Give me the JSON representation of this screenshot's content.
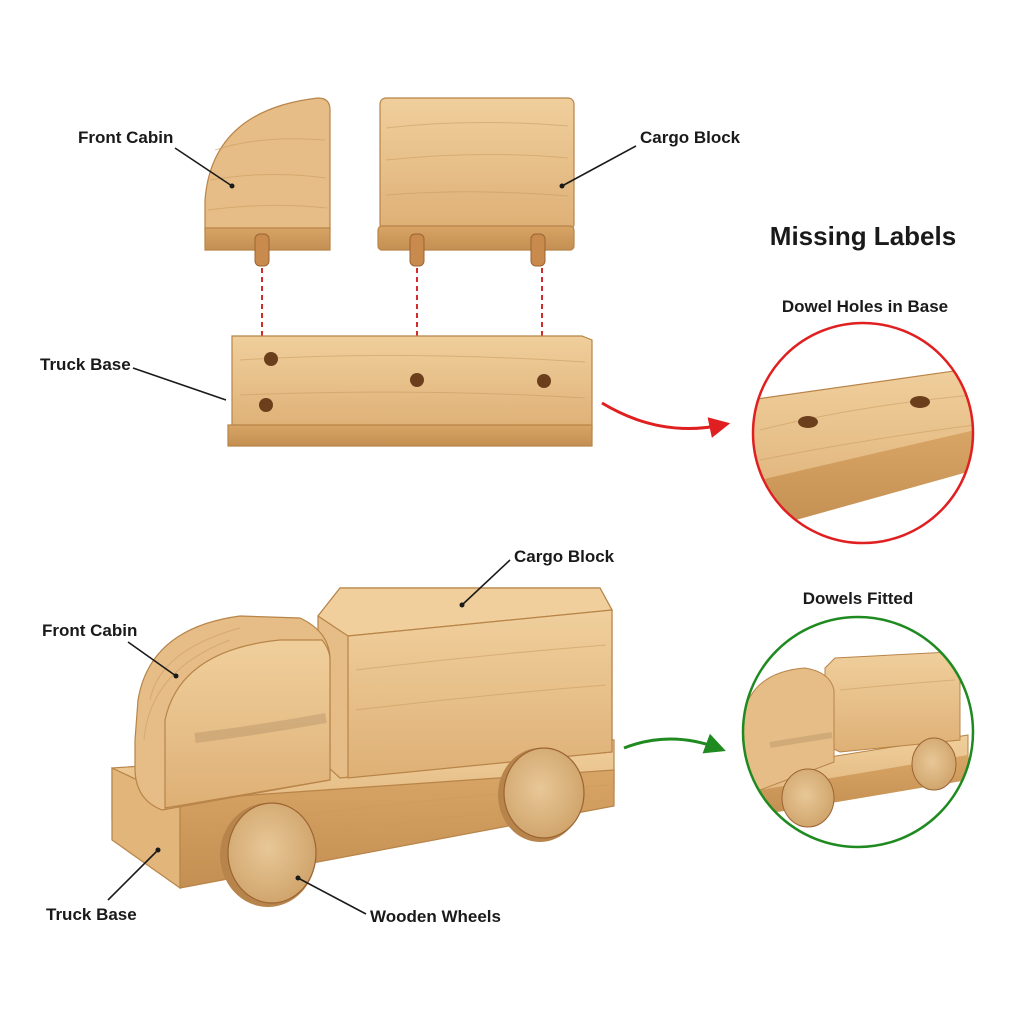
{
  "heading": "Missing Labels",
  "labels": {
    "front_cabin_top": "Front Cabin",
    "cargo_block_top": "Cargo Block",
    "truck_base_top": "Truck Base",
    "front_cabin_bottom": "Front Cabin",
    "cargo_block_bottom": "Cargo Block",
    "truck_base_bottom": "Truck Base",
    "wooden_wheels": "Wooden Wheels"
  },
  "callouts": {
    "dowel_holes": {
      "title": "Dowel Holes in Base",
      "ring_color": "#e02020"
    },
    "dowels_fitted": {
      "title": "Dowels Fitted",
      "ring_color": "#1f8a1f"
    }
  },
  "colors": {
    "wood_light": "#e9c28c",
    "wood_mid": "#dcab6e",
    "wood_dark": "#c48f52",
    "dowel": "#c98a4e",
    "hole": "#6b3f1c",
    "arrow_red": "#e02020",
    "arrow_green": "#1f8a1f"
  }
}
